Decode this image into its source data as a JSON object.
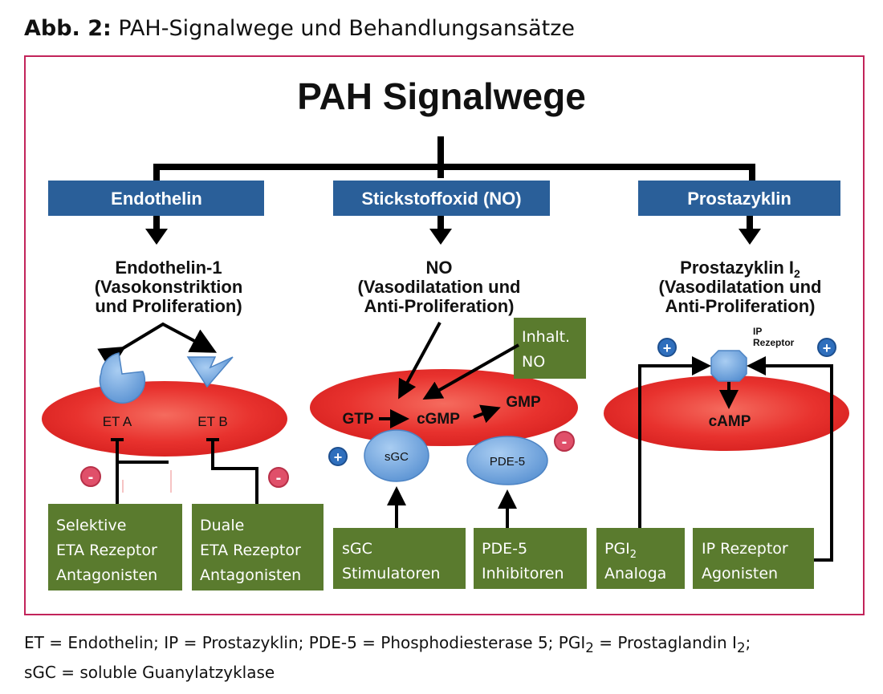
{
  "caption": {
    "label": "Abb. 2:",
    "text": "PAH-Signalwege und Behandlungsansätze"
  },
  "title": "PAH Signalwege",
  "pathways": {
    "endothelin": {
      "header": "Endothelin",
      "desc": [
        "Endothelin-1",
        "(Vasokonstriktion",
        "und Proliferation)"
      ],
      "receptor_a": "ET A",
      "receptor_b": "ET B",
      "drug1": [
        "Selektive",
        "ETA Rezeptor",
        "Antagonisten"
      ],
      "drug2": [
        "Duale",
        "ETA Rezeptor",
        "Antagonisten"
      ]
    },
    "no": {
      "header": "Stickstoffoxid (NO)",
      "desc": [
        "NO",
        "(Vasodilatation und",
        "Anti-Proliferation)"
      ],
      "inhaled": [
        "Inhalt.",
        "NO"
      ],
      "gtp": "GTP",
      "cgmp": "cGMP",
      "gmp": "GMP",
      "sgc": "sGC",
      "pde5": "PDE-5",
      "drug1": [
        "sGC",
        "Stimulatoren"
      ],
      "drug2": [
        "PDE-5",
        "Inhibitoren"
      ]
    },
    "prostacyclin": {
      "header": "Prostazyklin",
      "desc_line1_main": "Prostazyklin I",
      "desc_line1_sub": "2",
      "desc": [
        "(Vasodilatation und",
        "Anti-Proliferation)"
      ],
      "ip_receptor": [
        "IP",
        "Rezeptor"
      ],
      "camp": "cAMP",
      "drug1_line1_main": "PGI",
      "drug1_line1_sub": "2",
      "drug1_line2": "Analoga",
      "drug2": [
        "IP Rezeptor",
        "Agonisten"
      ]
    }
  },
  "signs": {
    "plus": "+",
    "minus": "-"
  },
  "legend": {
    "line1_parts": [
      "ET = Endothelin; IP = Prostazyklin; PDE-5 = Phosphodiesterase 5; PGI",
      "2",
      " = Prostaglandin I",
      "2",
      ";"
    ],
    "line2": "sGC = soluble Guanylatzyklase"
  },
  "colors": {
    "header_blue": "#2a5f99",
    "drug_green": "#5a7b2e",
    "cell_red": "#e8322e",
    "receptor_blue": "#6fa6e0",
    "frame": "#c2245a",
    "minus_badge": "#e0506a",
    "plus_badge": "#2f6fbd"
  }
}
